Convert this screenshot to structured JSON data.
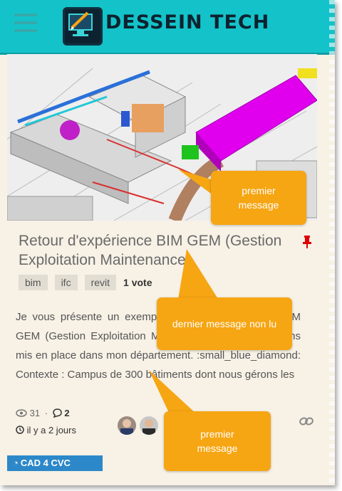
{
  "header": {
    "brand": "DESSEIN TECH",
    "menu_icon": "hamburger-icon",
    "logo_icon": "drafting-computer-icon",
    "bg_color": "#14c3c9"
  },
  "topic": {
    "title": "Retour d'expérience BIM GEM (Gestion Exploitation Maintenance)",
    "pinned_icon": "pin-icon",
    "tags": [
      "bim",
      "ifc",
      "revit"
    ],
    "votes": "1 vote",
    "excerpt": "Je vous présente un exemple de mise en place de BIM GEM (Gestion Exploitation Maintenance) que nous avons mis en place dans mon département. :small_blue_diamond: Contexte : Campus de 300 bâtiments dont nous gérons les",
    "views": "31",
    "replies": "2",
    "age": "il y a 2 jours",
    "category": "CAD 4 CVC"
  },
  "callouts": {
    "first_message_top": "premier message",
    "last_unread": "dernier message non lu",
    "first_message_bottom": "premier message"
  }
}
